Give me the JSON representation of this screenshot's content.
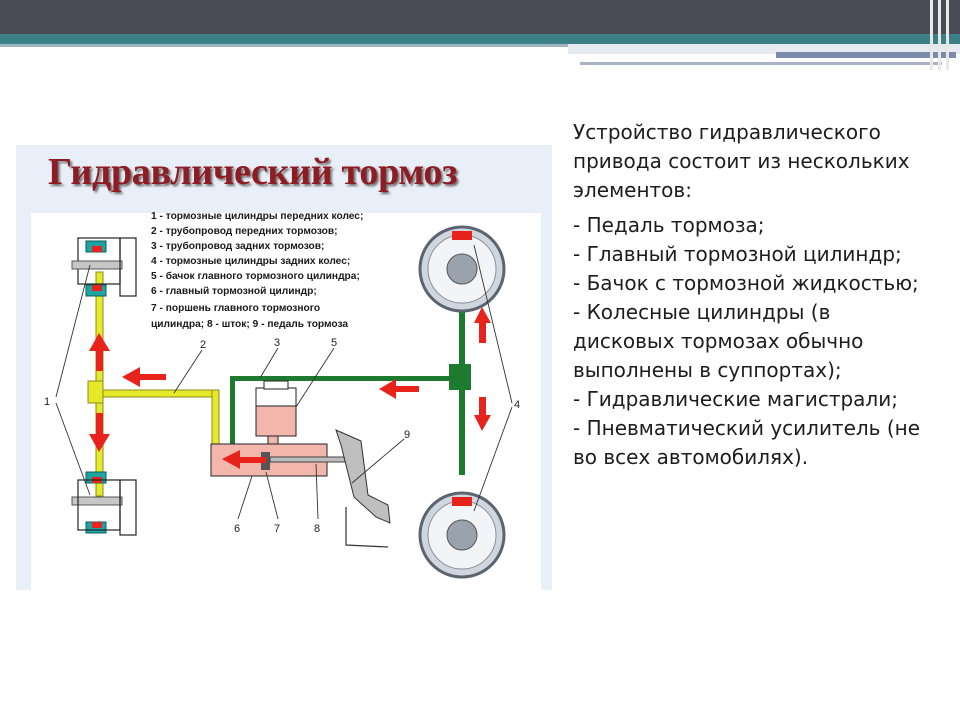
{
  "slide": {
    "figure_title": "Гидравлический тормоз",
    "legend": [
      "1 - тормозные цилиндры передних колес;",
      "2 - трубопровод передних тормозов;",
      "3 - трубопровод задних тормозов;",
      "4 - тормозные цилиндры задних колес;",
      "5 - бачок главного тормозного цилиндра;",
      "6 - главный тормозной цилиндр;",
      "7 - поршень главного тормозного",
      "цилиндра; 8 - шток; 9 - педаль тормоза"
    ],
    "callouts": {
      "n1": "1",
      "n2": "2",
      "n3": "3",
      "n4": "4",
      "n5": "5",
      "n6": "6",
      "n7": "7",
      "n8": "8",
      "n9": "9"
    },
    "intro": "Устройство гидравлического привода состоит из нескольких элементов:",
    "items": [
      "- Педаль тормоза;",
      "- Главный тормозной цилиндр;",
      "- Бачок с тормозной жидкостью;",
      "- Колесные цилиндры (в дисковых тормозах обычно выполнены в суппортах);",
      "- Гидравлические магистрали;",
      "- Пневматический усилитель (не во всех автомобилях)."
    ]
  },
  "colors": {
    "title_red": "#8d1c24",
    "front_line_yellow": "#e6e82a",
    "rear_line_green": "#1e7a2e",
    "arrow_red": "#e8231b",
    "reservoir_pink": "#f2b6ad",
    "topbar": "#4a4b55",
    "topstripe": "#3c7f86"
  }
}
